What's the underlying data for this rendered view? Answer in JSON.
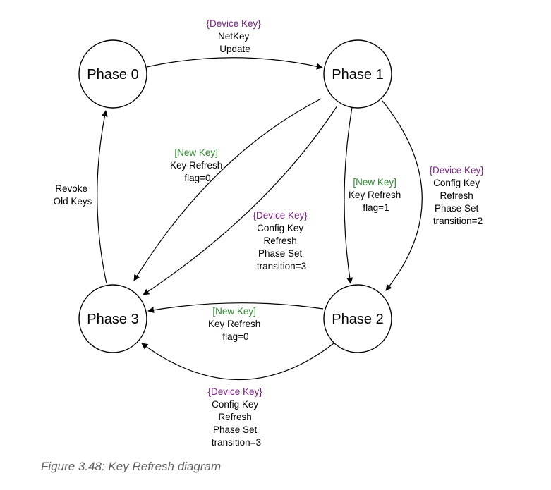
{
  "diagram": {
    "nodes": [
      {
        "id": "phase0",
        "label": "Phase 0"
      },
      {
        "id": "phase1",
        "label": "Phase 1"
      },
      {
        "id": "phase2",
        "label": "Phase 2"
      },
      {
        "id": "phase3",
        "label": "Phase 3"
      }
    ],
    "edges": {
      "p0_p1": {
        "lines": [
          "{Device Key}",
          "NetKey",
          "Update"
        ]
      },
      "p1_p3_flag": {
        "lines": [
          "[New Key]",
          "Key Refresh",
          "flag=0"
        ]
      },
      "p1_p3_config": {
        "lines": [
          "{Device Key}",
          "Config Key",
          "Refresh",
          "Phase Set",
          "transition=3"
        ]
      },
      "p1_p2_flag": {
        "lines": [
          "[New Key]",
          "Key Refresh",
          "flag=1"
        ]
      },
      "p1_p2_config": {
        "lines": [
          "{Device Key}",
          "Config Key",
          "Refresh",
          "Phase Set",
          "transition=2"
        ]
      },
      "p3_p0": {
        "lines": [
          "Revoke",
          "Old Keys"
        ]
      },
      "p2_p3_flag": {
        "lines": [
          "[New Key]",
          "Key Refresh",
          "flag=0"
        ]
      },
      "p2_p3_config": {
        "lines": [
          "{Device Key}",
          "Config Key",
          "Refresh",
          "Phase Set",
          "transition=3"
        ]
      }
    },
    "colors": {
      "device_key": "#7a1f86",
      "new_key": "#2e8b2e",
      "line": "#000000",
      "caption": "#606060"
    }
  },
  "caption": "Figure 3.48: Key Refresh diagram"
}
